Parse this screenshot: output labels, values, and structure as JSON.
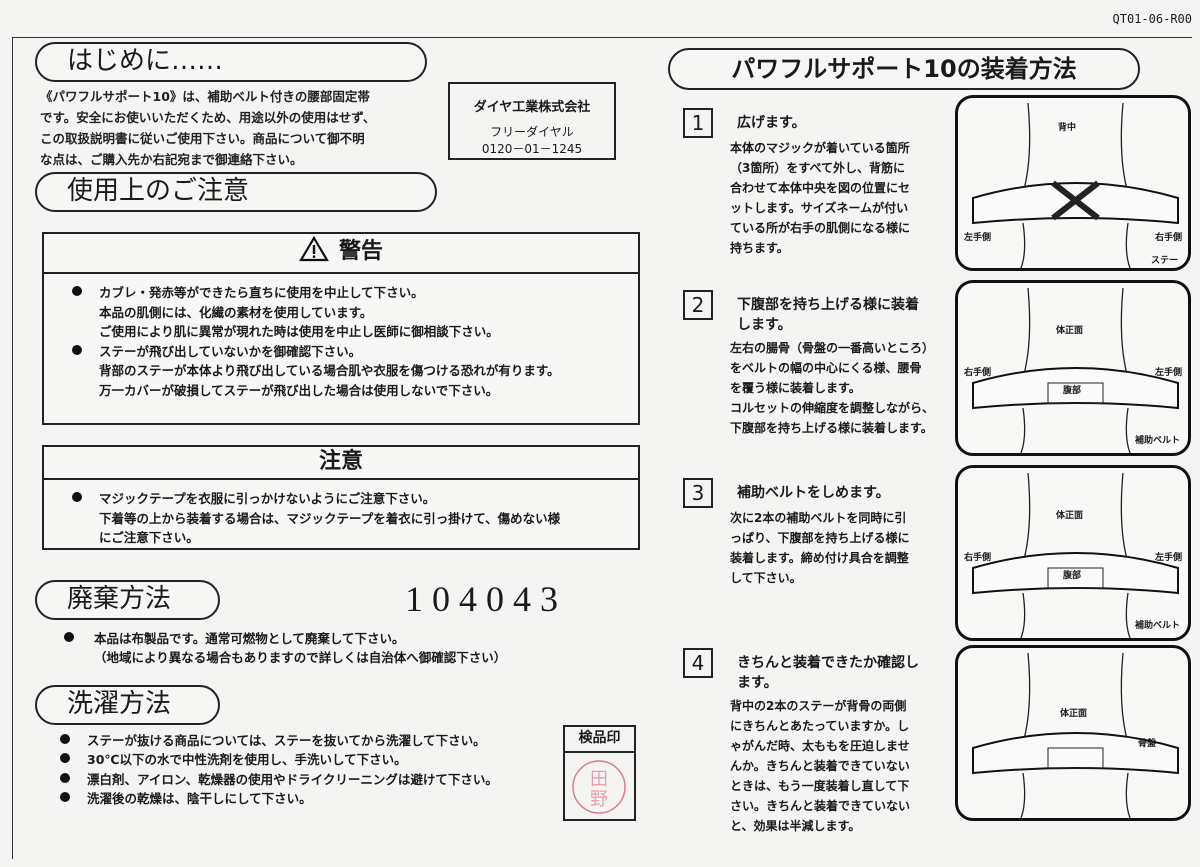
{
  "doc_code": "QT01-06-R00",
  "intro": {
    "title": "はじめに……",
    "lines": [
      "《パワフルサポート10》は、補助ベルト付きの腰部固定帯",
      "です。安全にお使いいただくため、用途以外の使用はせず、",
      "この取扱説明書に従いご使用下さい。商品について御不明",
      "な点は、ご購入先か右記宛まで御連絡下さい。"
    ]
  },
  "company": {
    "name": "ダイヤ工業株式会社",
    "free_dial_label": "フリーダイヤル",
    "phone": "0120－01－1245"
  },
  "precautions": {
    "title": "使用上のご注意",
    "warning": {
      "icon": "warning-triangle-icon",
      "title": "警告",
      "lines": [
        {
          "bullet": true,
          "text": "カブレ・発赤等ができたら直ちに使用を中止して下さい。"
        },
        {
          "bullet": false,
          "text": "本品の肌側には、化繊の素材を使用しています。"
        },
        {
          "bullet": false,
          "text": "ご使用により肌に異常が現れた時は使用を中止し医師に御相談下さい。"
        },
        {
          "bullet": true,
          "text": "ステーが飛び出していないかを御確認下さい。"
        },
        {
          "bullet": false,
          "text": "背部のステーが本体より飛び出している場合肌や衣服を傷つける恐れが有ります。"
        },
        {
          "bullet": false,
          "text": "万一カバーが破損してステーが飛び出した場合は使用しないで下さい。"
        }
      ]
    },
    "caution": {
      "title": "注意",
      "lines": [
        {
          "bullet": true,
          "text": "マジックテープを衣服に引っかけないようにご注意下さい。"
        },
        {
          "bullet": false,
          "text": "下着等の上から装着する場合は、マジックテープを着衣に引っ掛けて、傷めない様"
        },
        {
          "bullet": false,
          "text": "にご注意下さい。"
        }
      ]
    }
  },
  "disposal": {
    "title": "廃棄方法",
    "lot_number": "104043",
    "lines": [
      "本品は布製品です。通常可燃物として廃棄して下さい。",
      "（地域により異なる場合もありますので詳しくは自治体へ御確認下さい）"
    ]
  },
  "washing": {
    "title": "洗濯方法",
    "lines": [
      "ステーが抜ける商品については、ステーを抜いてから洗濯して下さい。",
      "30℃以下の水で中性洗剤を使用し、手洗いして下さい。",
      "漂白剤、アイロン、乾燥器の使用やドライクリーニングは避けて下さい。",
      "洗濯後の乾燥は、陰干しにして下さい。"
    ]
  },
  "inspection": {
    "label": "検品印",
    "seal_text": "田野",
    "seal_color": "#e07a8a"
  },
  "howto": {
    "title": "パワフルサポート10の装着方法",
    "steps": [
      {
        "number": "1",
        "title": "広げます。",
        "body": [
          "本体のマジックが着いている箇所",
          "（3箇所）をすべて外し、背筋に",
          "合わせて本体中央を図の位置にセ",
          "ットします。サイズネームが付い",
          "ている所が右手の肌側になる様に",
          "持ちます。"
        ],
        "labels": {
          "top": "背中",
          "left": "左手側",
          "right": "右手側",
          "bottom": "ステー"
        }
      },
      {
        "number": "2",
        "title": "下腹部を持ち上げる様に装着",
        "title2": "します。",
        "body": [
          "左右の腸骨（骨盤の一番高いところ）",
          "をベルトの幅の中心にくる様、腰骨",
          "を覆う様に装着します。",
          "コルセットの伸縮度を調整しながら、",
          "下腹部を持ち上げる様に装着します。"
        ],
        "labels": {
          "top": "体正面",
          "left": "右手側",
          "right": "左手側",
          "center": "腹部",
          "bottom": "補助ベルト"
        }
      },
      {
        "number": "3",
        "title": "補助ベルトをしめます。",
        "body": [
          "次に2本の補助ベルトを同時に引",
          "っぱり、下腹部を持ち上げる様に",
          "装着します。締め付け具合を調整",
          "して下さい。"
        ],
        "labels": {
          "top": "体正面",
          "left": "右手側",
          "right": "左手側",
          "center": "腹部",
          "bottom": "補助ベルト"
        }
      },
      {
        "number": "4",
        "title": "きちんと装着できたか確認し",
        "title2": "ます。",
        "body": [
          "背中の2本のステーが背骨の両側",
          "にきちんとあたっていますか。し",
          "ゃがんだ時、太ももを圧迫しませ",
          "んか。きちんと装着できていない",
          "ときは、もう一度装着し直して下",
          "さい。きちんと装着できていない",
          "と、効果は半減します。"
        ],
        "labels": {
          "top": "体正面",
          "right": "骨盤"
        }
      }
    ]
  }
}
